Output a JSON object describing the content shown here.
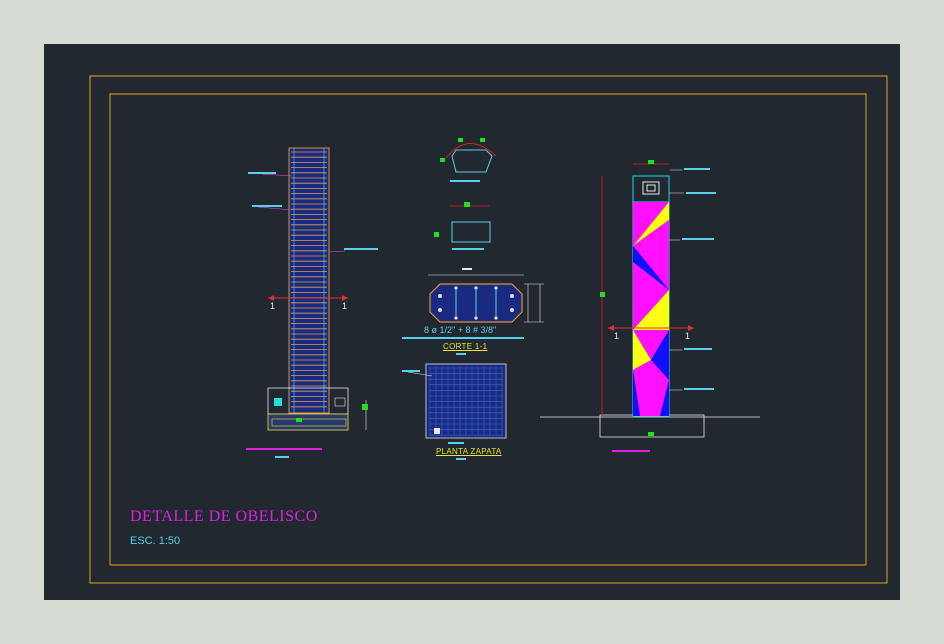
{
  "drawing": {
    "title": "DETALLE DE OBELISCO",
    "scale": "ESC. 1:50"
  },
  "plan_footing": {
    "label": "PLANTA ZAPATA"
  },
  "section": {
    "label": "CORTE 1-1",
    "reinforcement": "8 ø 1/2\" + 8 # 3/8\""
  },
  "section_marks": {
    "left": "1",
    "right": "1"
  },
  "colors": {
    "background": "#212830",
    "frame": "#e0a020",
    "title": "#e020e0",
    "scale_text": "#5ad0e8",
    "magenta": "#ff10ff",
    "yellow": "#ffff10",
    "blue": "#1010ff",
    "cyan": "#20d8e8"
  }
}
